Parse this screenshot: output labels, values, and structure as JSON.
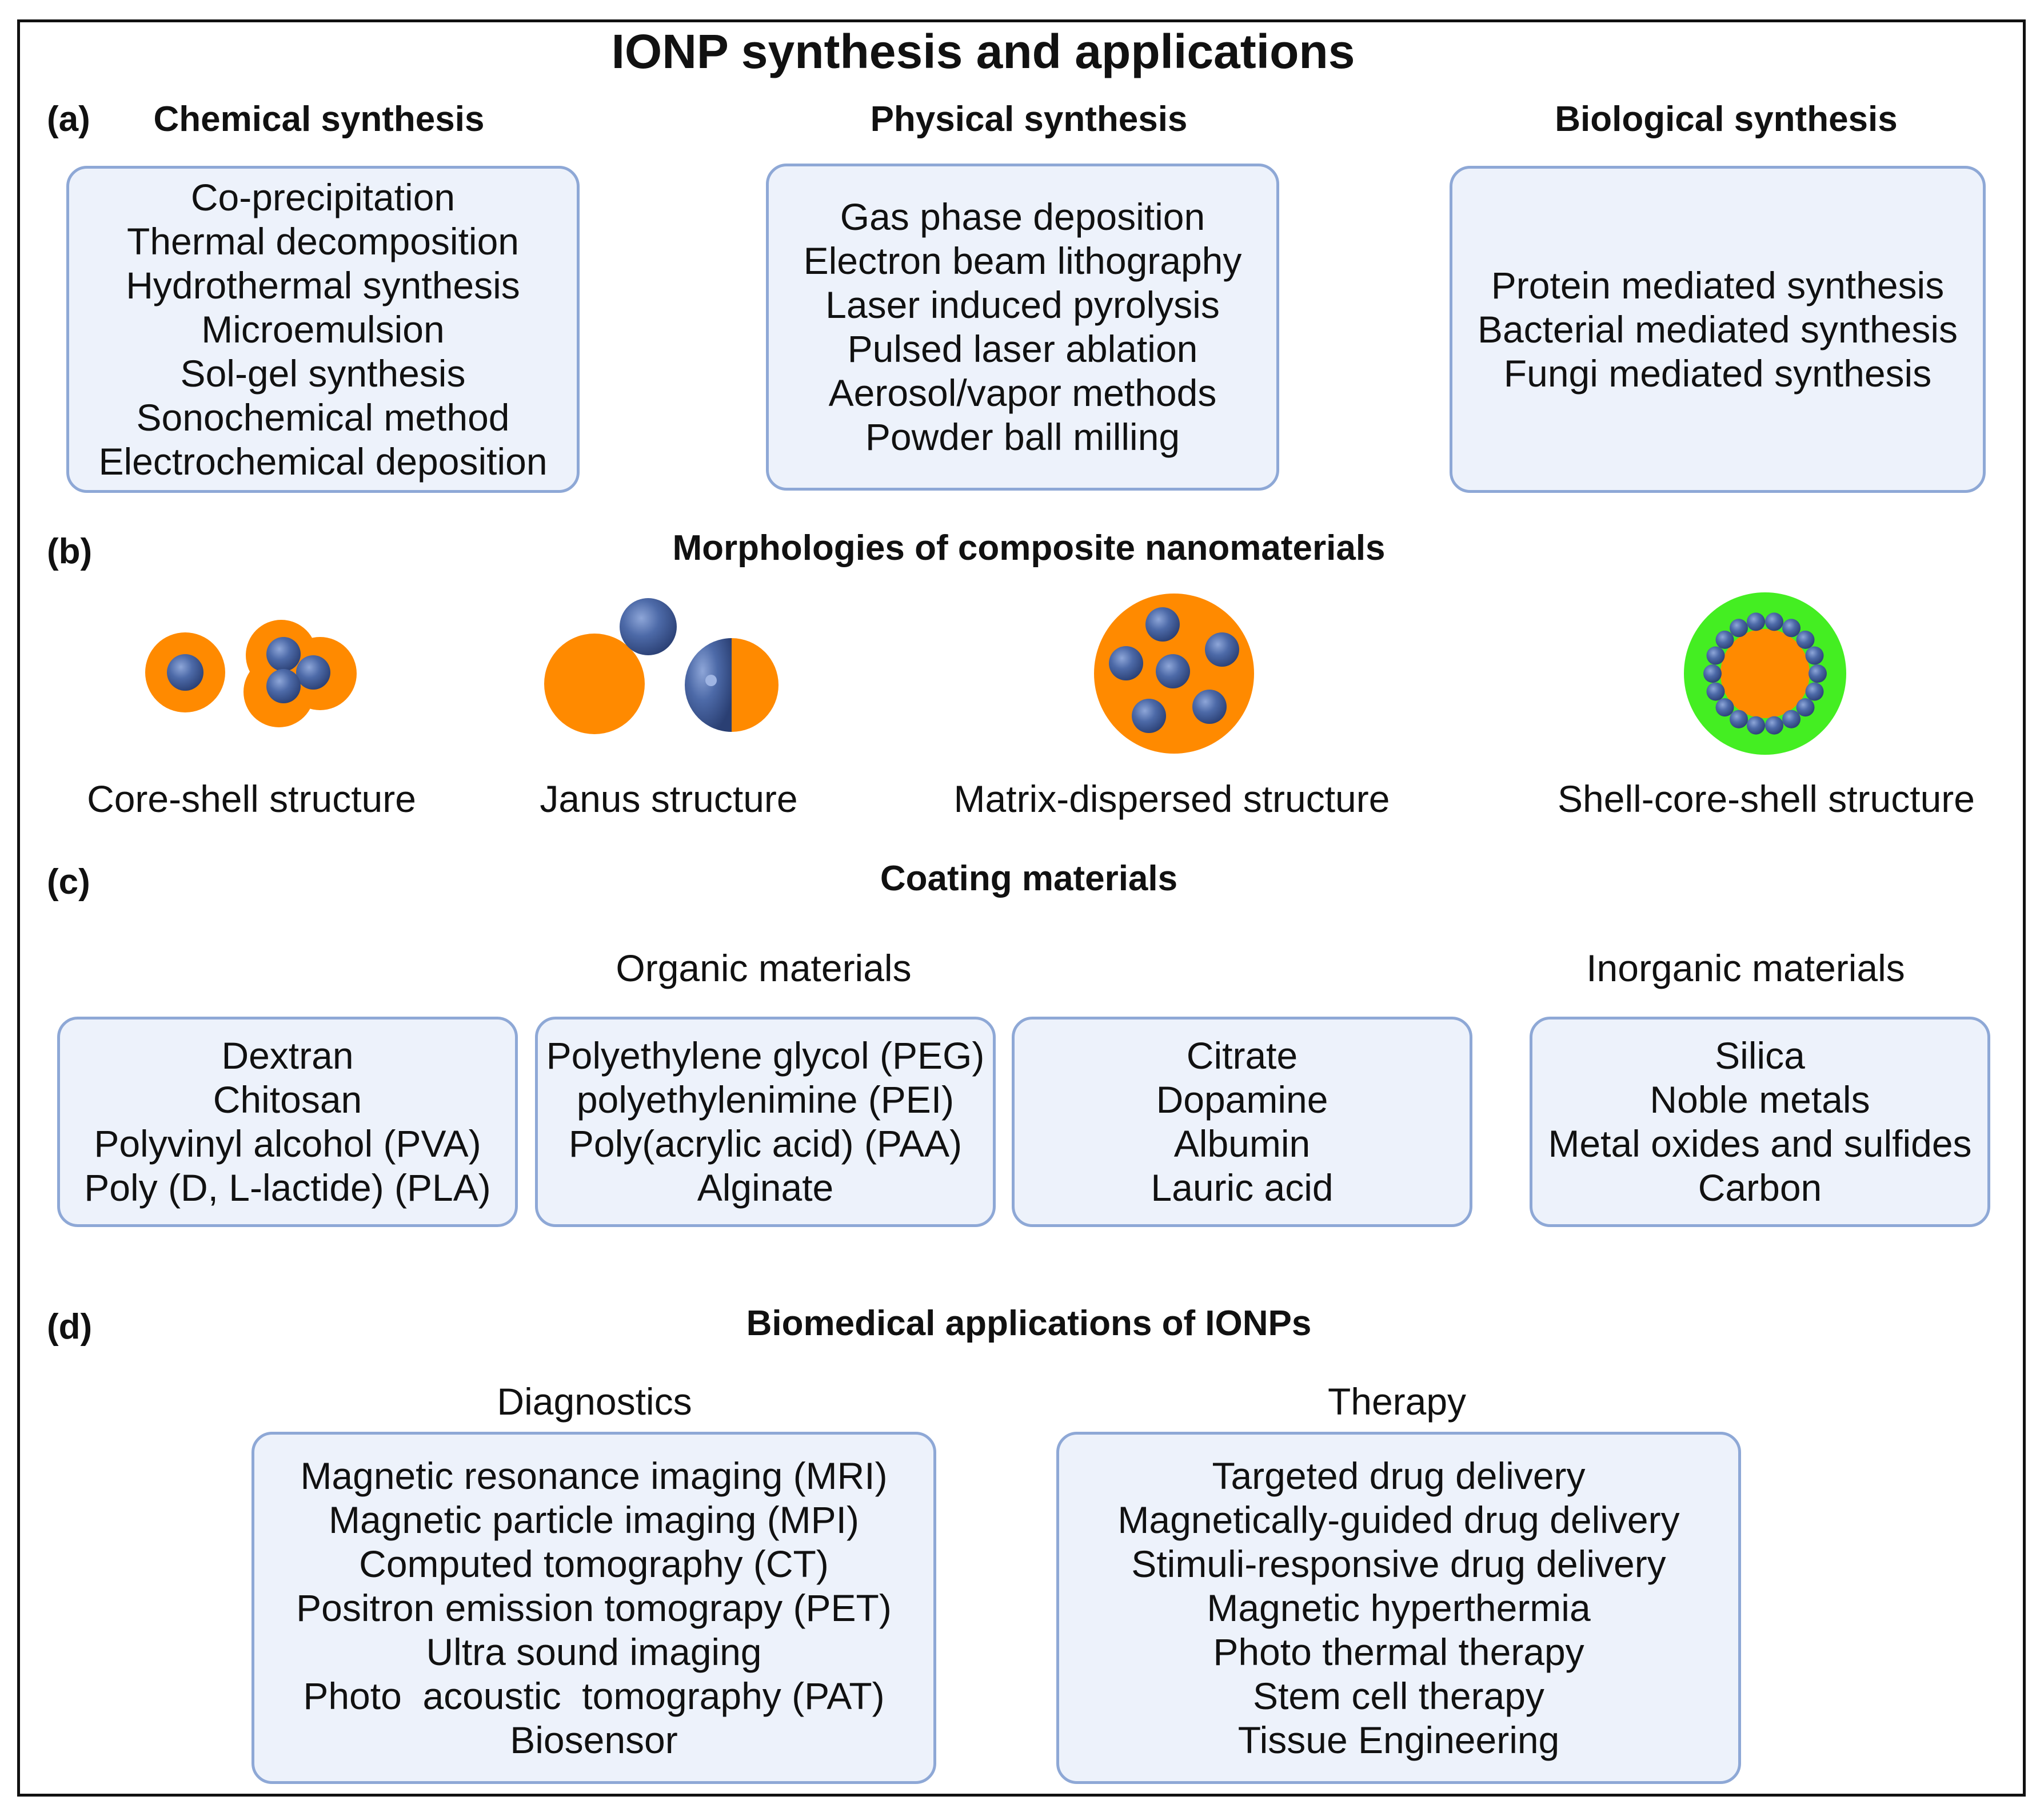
{
  "title": "IONP synthesis and applications",
  "colors": {
    "box_fill": "#edf2fb",
    "box_border": "#8ea8d6",
    "orange": "#ff8a00",
    "sphere": "#4a6aa6",
    "green": "#44ee22"
  },
  "section_a": {
    "label": "(a)",
    "chemical": {
      "heading": "Chemical synthesis",
      "items": [
        "Co-precipitation",
        "Thermal decomposition",
        "Hydrothermal synthesis",
        "Microemulsion",
        "Sol-gel synthesis",
        "Sonochemical method",
        "Electrochemical deposition"
      ]
    },
    "physical": {
      "heading": "Physical synthesis",
      "items": [
        "Gas phase deposition",
        "Electron beam lithography",
        "Laser induced pyrolysis",
        "Pulsed laser ablation",
        "Aerosol/vapor methods",
        "Powder ball milling"
      ]
    },
    "biological": {
      "heading": "Biological synthesis",
      "items": [
        "Protein mediated synthesis",
        "Bacterial mediated synthesis",
        "Fungi mediated synthesis"
      ]
    }
  },
  "section_b": {
    "label": "(b)",
    "heading": "Morphologies of  composite nanomaterials",
    "structures": [
      "Core-shell structure",
      "Janus structure",
      "Matrix-dispersed structure",
      "Shell-core-shell structure"
    ]
  },
  "section_c": {
    "label": "(c)",
    "heading": "Coating materials",
    "organic_heading": "Organic materials",
    "inorganic_heading": "Inorganic materials",
    "organic_groups": [
      [
        "Dextran",
        "Chitosan",
        "Polyvinyl alcohol (PVA)",
        "Poly (D, L-lactide) (PLA)"
      ],
      [
        "Polyethylene glycol (PEG)",
        "polyethylenimine (PEI)",
        "Poly(acrylic acid) (PAA)",
        "Alginate"
      ],
      [
        "Citrate",
        "Dopamine",
        "Albumin",
        "Lauric acid"
      ]
    ],
    "inorganic_items": [
      "Silica",
      "Noble metals",
      "Metal oxides and sulfides",
      "Carbon"
    ]
  },
  "section_d": {
    "label": "(d)",
    "heading": "Biomedical applications of IONPs",
    "diagnostics": {
      "heading": "Diagnostics",
      "items": [
        "Magnetic resonance imaging (MRI)",
        "Magnetic particle imaging (MPI)",
        "Computed tomography (CT)",
        "Positron emission tomograpy (PET)",
        "Ultra sound imaging",
        "Photo  acoustic  tomography (PAT)",
        "Biosensor"
      ]
    },
    "therapy": {
      "heading": "Therapy",
      "items": [
        "Targeted drug delivery",
        "Magnetically-guided drug delivery",
        "Stimuli-responsive drug delivery",
        "Magnetic hyperthermia",
        "Photo thermal therapy",
        "Stem cell therapy",
        "Tissue Engineering"
      ]
    }
  }
}
